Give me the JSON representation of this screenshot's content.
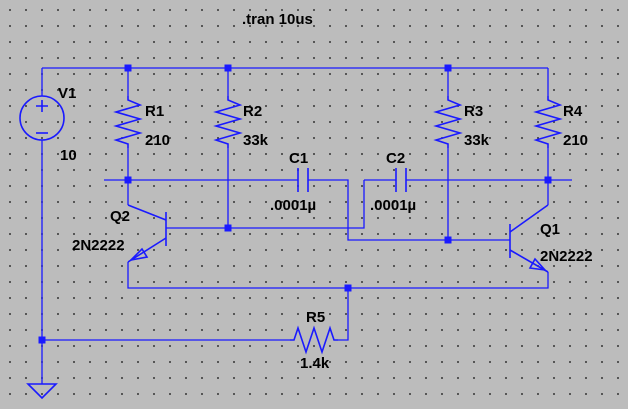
{
  "directive": ".tran 10us",
  "components": {
    "V1": {
      "name": "V1",
      "value": "10"
    },
    "R1": {
      "name": "R1",
      "value": "210"
    },
    "R2": {
      "name": "R2",
      "value": "33k"
    },
    "R3": {
      "name": "R3",
      "value": "33k"
    },
    "R4": {
      "name": "R4",
      "value": "210"
    },
    "R5": {
      "name": "R5",
      "value": "1.4k"
    },
    "C1": {
      "name": "C1",
      "value": ".0001µ"
    },
    "C2": {
      "name": "C2",
      "value": ".0001µ"
    },
    "Q1": {
      "name": "Q1",
      "value": "2N2222"
    },
    "Q2": {
      "name": "Q2",
      "value": "2N2222"
    }
  },
  "colors": {
    "wire": "#1a1aff",
    "background": "#bcbcbc",
    "grid_dot": "#3d3d3d",
    "text": "#000000"
  }
}
